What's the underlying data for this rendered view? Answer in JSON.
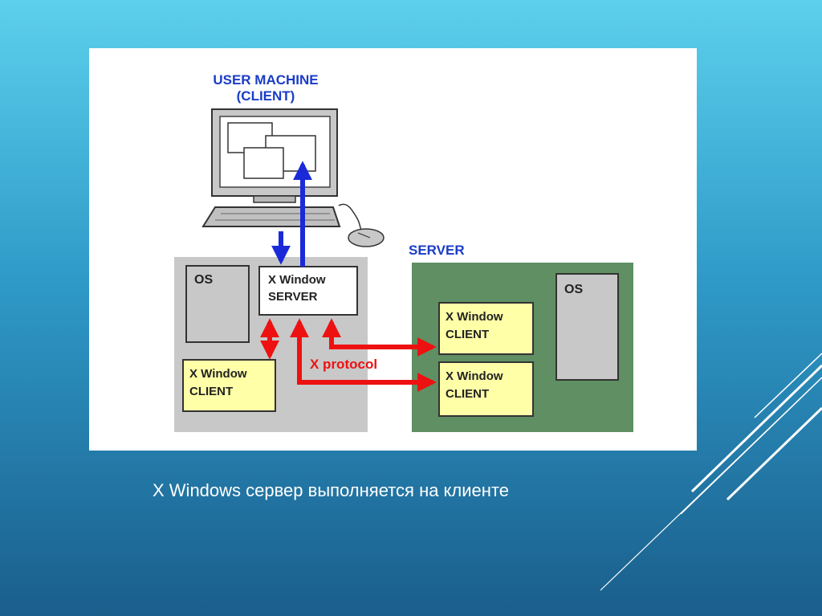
{
  "slide": {
    "caption": "X Windows сервер выполняется на клиенте"
  },
  "diagram": {
    "user_machine_title_line1": "USER MACHINE",
    "user_machine_title_line2": "(CLIENT)",
    "server_title": "SERVER",
    "os_label": "OS",
    "x_window_server_line1": "X Window",
    "x_window_server_line2": "SERVER",
    "x_window_client_line1": "X Window",
    "x_window_client_line2": "CLIENT",
    "x_protocol_label": "X protocol",
    "colors": {
      "title_blue": "#1a3cc8",
      "arrow_blue": "#1a2ad8",
      "arrow_red": "#ee1111",
      "client_gray": "#c8c8c8",
      "server_green": "#5f8f62",
      "client_box_yellow": "#ffffa8"
    }
  }
}
